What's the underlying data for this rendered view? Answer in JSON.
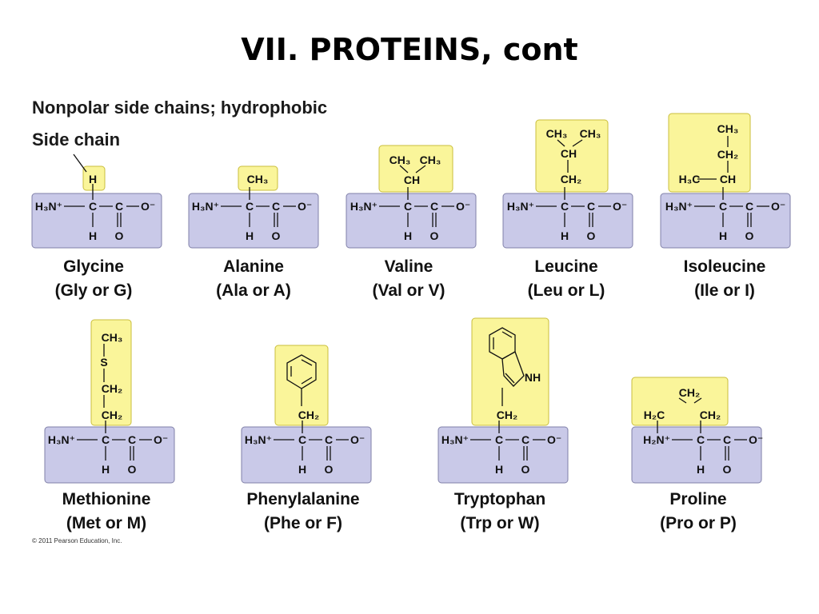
{
  "title": "VII.  PROTEINS, cont",
  "section_heading": "Nonpolar side chains; hydrophobic",
  "side_chain_label": "Side chain",
  "copyright": "© 2011 Pearson Education, Inc.",
  "colors": {
    "side_chain_fill": "#faf59a",
    "side_chain_stroke": "#c9be3c",
    "backbone_fill": "#c9c9e8",
    "backbone_stroke": "#8080a8"
  },
  "backbone": {
    "amino": "H₃N⁺",
    "amino_proline": "H₂N⁺",
    "alpha_carbon": "C",
    "carboxyl_carbon": "C",
    "oxide": "O⁻",
    "hydrogen": "H",
    "oxygen": "O"
  },
  "amino_acids": [
    {
      "name": "Glycine",
      "abbrev": "(Gly or G)",
      "side_chain": [
        "H"
      ]
    },
    {
      "name": "Alanine",
      "abbrev": "(Ala or A)",
      "side_chain": [
        "CH₃"
      ]
    },
    {
      "name": "Valine",
      "abbrev": "(Val or V)",
      "side_chain": [
        "CH₃",
        "CH₃",
        "CH"
      ]
    },
    {
      "name": "Leucine",
      "abbrev": "(Leu or L)",
      "side_chain": [
        "CH₃",
        "CH₃",
        "CH",
        "CH₂"
      ]
    },
    {
      "name": "Isoleucine",
      "abbrev": "(Ile or I)",
      "side_chain": [
        "CH₃",
        "CH₂",
        "H₃C",
        "CH"
      ]
    },
    {
      "name": "Methionine",
      "abbrev": "(Met or M)",
      "side_chain": [
        "CH₃",
        "S",
        "CH₂",
        "CH₂"
      ]
    },
    {
      "name": "Phenylalanine",
      "abbrev": "(Phe or F)",
      "side_chain": [
        "CH₂"
      ]
    },
    {
      "name": "Tryptophan",
      "abbrev": "(Trp or W)",
      "side_chain": [
        "NH",
        "CH₂"
      ]
    },
    {
      "name": "Proline",
      "abbrev": "(Pro or P)",
      "side_chain": [
        "CH₂",
        "H₂C",
        "CH₂"
      ]
    }
  ]
}
